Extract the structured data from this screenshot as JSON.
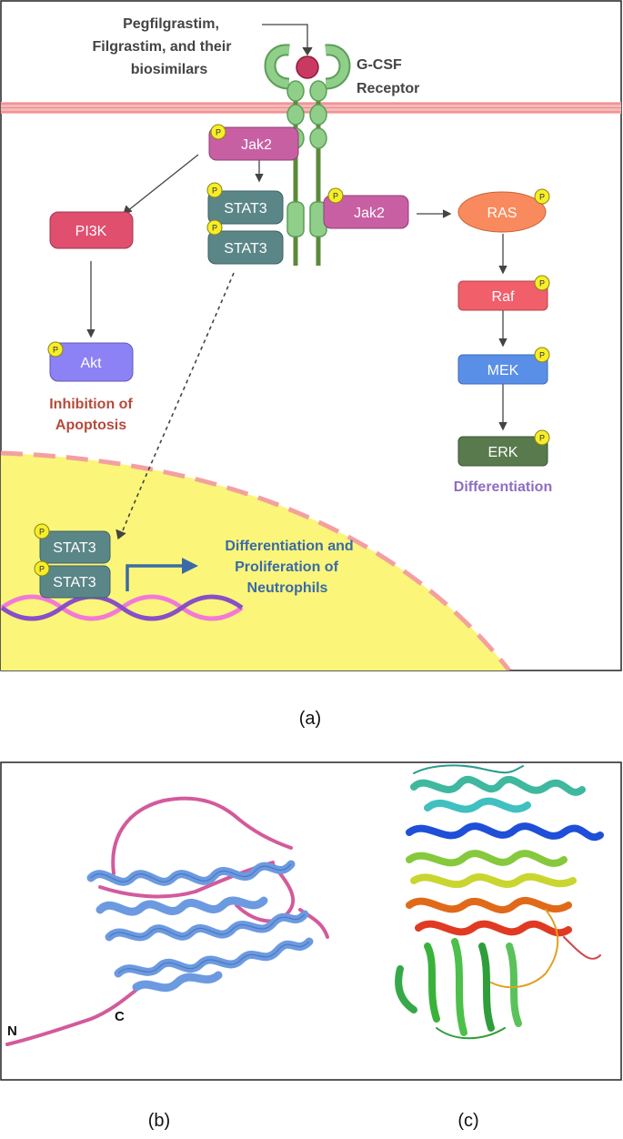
{
  "panel_a": {
    "drug_label": [
      "Pegfilgrastim,",
      "Filgrastim, and their",
      "biosimilars"
    ],
    "receptor_label": [
      "G-CSF",
      "Receptor"
    ],
    "phospho": "P",
    "jak2_top": "Jak2",
    "jak2_right": "Jak2",
    "stat3_top": "STAT3",
    "stat3_bottom": "STAT3",
    "pi3k": "PI3K",
    "akt": "Akt",
    "inhibition": [
      "Inhibition of",
      "Apoptosis"
    ],
    "ras": "RAS",
    "raf": "Raf",
    "mek": "MEK",
    "erk": "ERK",
    "differentiation": "Differentiation",
    "nuc_stat3_top": "STAT3",
    "nuc_stat3_bottom": "STAT3",
    "outcome": [
      "Differentiation and",
      "Proliferation of",
      "Neutrophils"
    ],
    "caption": "(a)"
  },
  "panel_b": {
    "n_label": "N",
    "c_label": "C",
    "caption": "(b)"
  },
  "panel_c": {
    "caption": "(c)"
  },
  "colors": {
    "membrane": "#f4a7a7",
    "nucleus": "#fbf67a",
    "receptor": "#8fcf8a",
    "jak2": "#c95fa3",
    "stat3": "#5b8688",
    "pi3k": "#e04f6e",
    "akt": "#8c82f5",
    "ras": "#f98a5d",
    "raf": "#f05f6a",
    "mek": "#5a8fe8",
    "erk": "#587a4d",
    "phospho": "#f7ee2a",
    "inhibition_text": "#b54a3c",
    "differentiation_text": "#8e6dc1",
    "outcome_text": "#3a6aa8",
    "helix_b": "#6c9ae0",
    "loop_b": "#d35a9c"
  }
}
